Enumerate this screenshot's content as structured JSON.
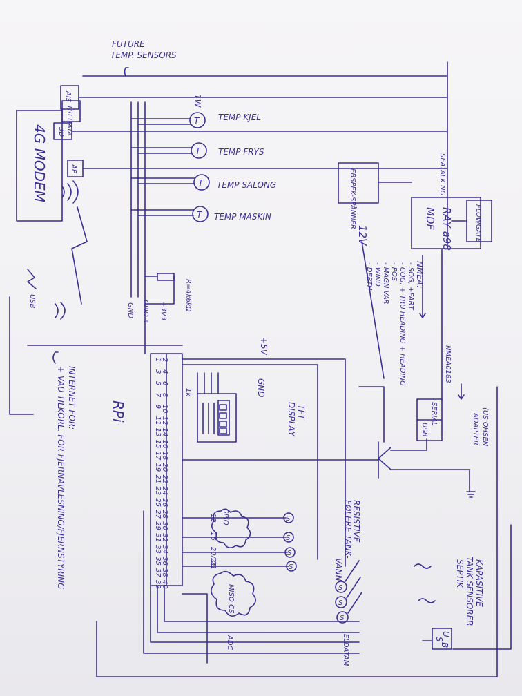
{
  "header": {
    "future_label_1": "FUTURE",
    "future_label_2": "TEMP. SENSORS"
  },
  "top_devices": {
    "ais": "AIS",
    "tri_data": "TRI DATA",
    "radar": "3D",
    "ap": "AP",
    "flowgate": "FLOWGATE",
    "seatalk_ng": "SEATALK NG",
    "ebsp": "EBSPEK-SPÄNNER",
    "ray_line1": "RAY a98",
    "ray_line2": "MDF",
    "twelve_v": "12V"
  },
  "temp_sensors": {
    "one_w": "1W",
    "kjel": "TEMP KJEL",
    "frys": "TEMP FRYS",
    "salong": "TEMP SALONG",
    "maskin": "TEMP MASKIN",
    "t": "T"
  },
  "resistor": {
    "value": "R=4k6kΩ",
    "v33": "+3V3",
    "gpio": "GPIO 4",
    "gnd": "GND"
  },
  "nmea": {
    "title": "NMEA:",
    "items": [
      "- SOG, +FART",
      "- COG, + TRU HEADING + HEADING",
      "- POS",
      "- MAGN VAR",
      "- WIND",
      "- DEPTH"
    ],
    "nmea0183": "NMEA0183",
    "serial": "SERIAL",
    "usb": "USB",
    "adapter_1": "(US OHSEN",
    "adapter_2": "ADAPTER"
  },
  "power": {
    "plus5v": "+5V",
    "gnd": "GND",
    "r1k": "1k"
  },
  "display": {
    "title_1": "TFT",
    "title_2": "DISPLAY"
  },
  "modem": {
    "label": "4G MODEM",
    "usb": "USB"
  },
  "rpi": {
    "label": "RPi",
    "internet_1": "INTERNET FOR:",
    "internet_2": "+ VAU TILKORL. FOR FJERNAVLESNING/FJERNSTYRING"
  },
  "gpio_numbers": {
    "top_row": [
      "2",
      "4",
      "6",
      "8",
      "10",
      "12",
      "14",
      "16",
      "18",
      "20",
      "22",
      "24",
      "26",
      "28",
      "30",
      "32",
      "34",
      "36",
      "38",
      "40"
    ],
    "bottom_row": [
      "1",
      "3",
      "5",
      "7",
      "9",
      "11",
      "13",
      "15",
      "17",
      "19",
      "21",
      "23",
      "25",
      "27",
      "29",
      "31",
      "33",
      "35",
      "37",
      "39"
    ]
  },
  "cloud_gpio": {
    "gpio": "GPIO",
    "n12": "12",
    "n16": "16",
    "n20": "20/21",
    "n21": "21"
  },
  "tank": {
    "resistive_1": "RESISTIVE",
    "resistive_2": "FØLERE TANK-",
    "resistive_3": "VANN",
    "kapasitive_1": "KAPASITIVE",
    "kapasitive_2": "TANK SENSORER",
    "kapasitive_3": "SEPTIK",
    "s": "S",
    "mises": "MISO CS",
    "adc": "ADC",
    "adc_chip": "ELDATAM"
  },
  "usb_right": {
    "u": "U",
    "s": "S",
    "b": "B"
  }
}
